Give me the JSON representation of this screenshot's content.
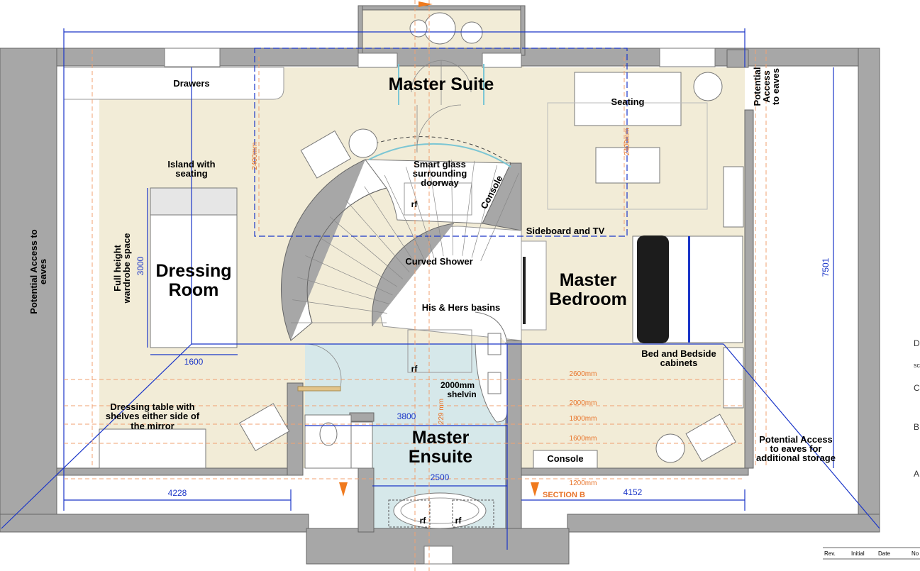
{
  "rooms": {
    "master_suite": "Master Suite",
    "dressing_room": [
      "Dressing",
      "Room"
    ],
    "master_bedroom": [
      "Master",
      "Bedroom"
    ],
    "master_ensuite": [
      "Master",
      "Ensuite"
    ]
  },
  "labels": {
    "drawers": "Drawers",
    "seating": "Seating",
    "island": [
      "Island with",
      "seating"
    ],
    "smart_glass": [
      "Smart glass",
      "surrounding",
      "doorway"
    ],
    "console_top": "Console",
    "sideboard": "Sideboard and TV",
    "curved_shower": "Curved Shower",
    "basins": "His & Hers basins",
    "shelving": [
      "2000mm",
      "shelvin"
    ],
    "bed": [
      "Bed and Bedside",
      "cabinets"
    ],
    "dressing_table": [
      "Dressing table with",
      "shelves either side of",
      "the mirror"
    ],
    "potential_right": [
      "Potential",
      "Access",
      "to eaves"
    ],
    "potential_left": [
      "Potential Access to",
      "eaves"
    ],
    "potential_storage": [
      "Potential Access",
      "to eaves for",
      "additional storage"
    ],
    "console_bottom": "Console",
    "wardrobe": [
      "Full height",
      "wardrobe space"
    ],
    "section_b": "SECTION B",
    "rf": "rf"
  },
  "dimensions": {
    "d3000": "3000",
    "d1600": "1600",
    "d4228": "4228",
    "d2500": "2500",
    "d3800": "3800",
    "d4152": "4152",
    "d7501": "7501",
    "d2400_left": "2400mm",
    "d2400_right": "2400mm",
    "d2600": "2600mm",
    "d2000": "2000mm",
    "d1800": "1800mm",
    "d1600mm": "1600mm",
    "d1200": "1200mm",
    "d229": "229 mm"
  },
  "title_block": {
    "rev": "Rev.",
    "initial": "Initial",
    "date": "Date",
    "no": "No"
  },
  "side_letters": [
    "D",
    "sc",
    "C",
    "B",
    "A"
  ],
  "colors": {
    "floor": "#f2ecd7",
    "wet_area": "#d6e8ea",
    "wall": "#a7a7a7",
    "blue_lines": "#1a35c8",
    "orange_dims": "#e8742a"
  }
}
